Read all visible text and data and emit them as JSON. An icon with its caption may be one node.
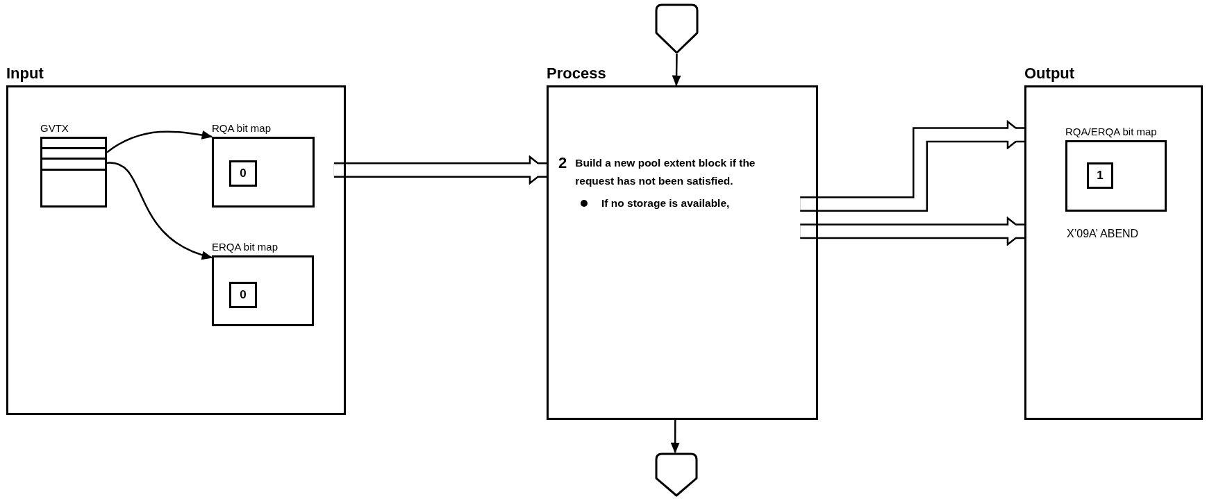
{
  "diagram": {
    "nodes": [
      {
        "text": [
          "Input"
        ]
      },
      {
        "text": [
          "GVTX"
        ],
        "in": 0
      },
      {
        "text": [
          "RQA bit map"
        ],
        "in": 0
      },
      {
        "text": [
          "0"
        ],
        "in": 2
      },
      {
        "text": [
          "ERQA bit map"
        ],
        "in": 0
      },
      {
        "text": [
          "0"
        ],
        "in": 4
      },
      {
        "text": [
          "Process",
          "2",
          "Build a new pool extent block if the request has not been satisfied.",
          "If no storage is available,"
        ]
      },
      {
        "text": [
          "Output",
          "X’09A’ ABEND"
        ]
      },
      {
        "text": [
          "RQA/ERQA bit map"
        ],
        "in": 7
      },
      {
        "text": [
          "1"
        ],
        "in": 8
      },
      {
        "text": [],
        "shape": "pentagon"
      },
      {
        "text": [],
        "shape": "pentagon"
      }
    ],
    "edges": [
      {
        "from": 1,
        "to": 2,
        "arrow": "to"
      },
      {
        "from": 1,
        "to": 4,
        "arrow": "to"
      },
      {
        "from": 0,
        "to": 6,
        "arrow": "to",
        "style": "thick"
      },
      {
        "from": 6,
        "to": 7,
        "arrow": "to",
        "style": "thick"
      },
      {
        "from": 6,
        "to": 7,
        "arrow": "to",
        "style": "thick"
      },
      {
        "from": 10,
        "to": 6,
        "arrow": "to"
      },
      {
        "from": 6,
        "to": 11,
        "arrow": "to"
      }
    ]
  }
}
